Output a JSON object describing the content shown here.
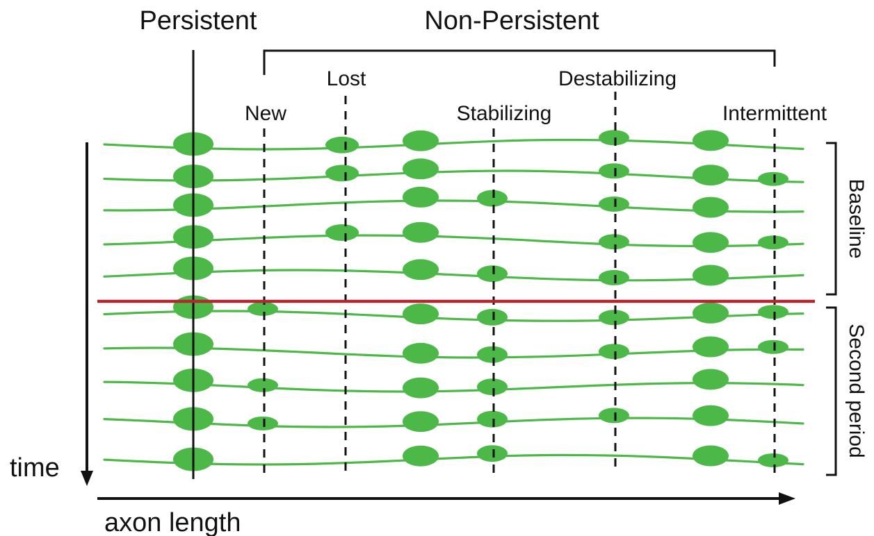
{
  "header": {
    "persistent": "Persistent",
    "non_persistent": "Non-Persistent"
  },
  "categories": [
    {
      "key": "new",
      "label": "New"
    },
    {
      "key": "lost",
      "label": "Lost"
    },
    {
      "key": "stabilizing",
      "label": "Stabilizing"
    },
    {
      "key": "destabilizing",
      "label": "Destabilizing"
    },
    {
      "key": "intermittent",
      "label": "Intermittent"
    }
  ],
  "periods": {
    "baseline": "Baseline",
    "second": "Second period"
  },
  "axes": {
    "time": "time",
    "axon_length": "axon length"
  },
  "presence": {
    "description_keys": [
      "persistent",
      "new",
      "lost",
      "a",
      "stabilizing",
      "destabilizing",
      "b",
      "intermittent"
    ],
    "rows": [
      [
        1,
        0,
        1,
        1,
        0,
        1,
        1,
        0
      ],
      [
        1,
        0,
        1,
        1,
        0,
        1,
        1,
        1
      ],
      [
        1,
        0,
        0,
        1,
        1,
        1,
        1,
        0
      ],
      [
        1,
        0,
        1,
        1,
        0,
        1,
        1,
        1
      ],
      [
        1,
        0,
        0,
        1,
        1,
        1,
        1,
        0
      ],
      [
        1,
        1,
        0,
        1,
        1,
        1,
        1,
        1
      ],
      [
        1,
        0,
        0,
        1,
        1,
        1,
        1,
        1
      ],
      [
        1,
        1,
        0,
        1,
        1,
        0,
        1,
        0
      ],
      [
        1,
        1,
        0,
        1,
        1,
        1,
        1,
        0
      ],
      [
        1,
        0,
        0,
        1,
        1,
        0,
        1,
        1
      ]
    ]
  },
  "colors": {
    "axon": "#4cb848",
    "divider": "#b3282d",
    "ink": "#111111"
  }
}
